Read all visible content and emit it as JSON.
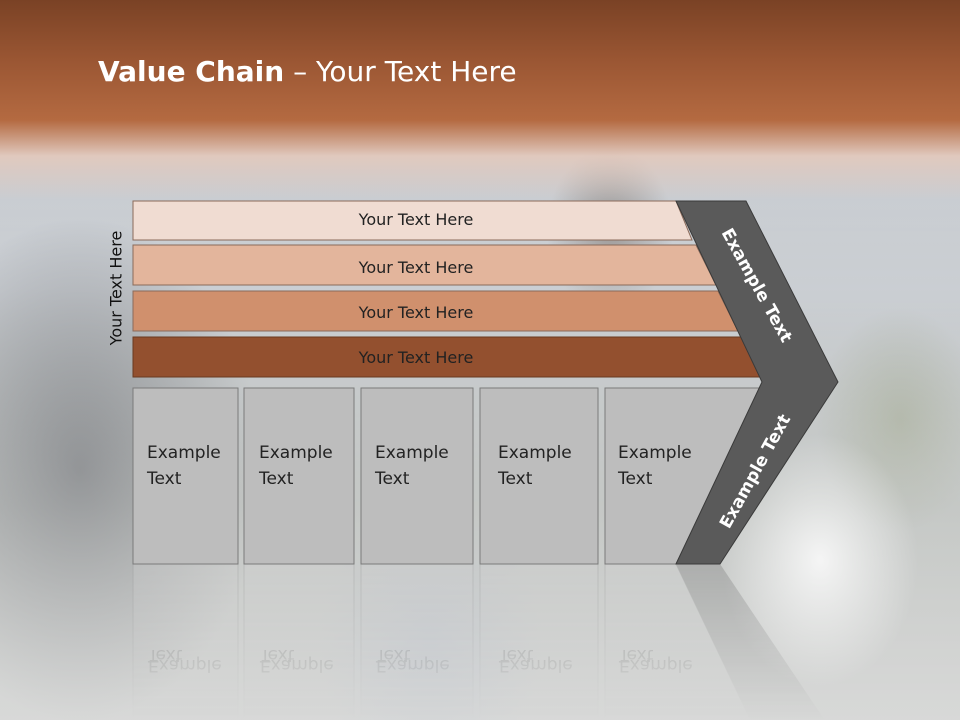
{
  "slide": {
    "title_bold": "Value Chain",
    "title_rest": " – Your Text Here",
    "side_label": "Your Text Here"
  },
  "bars": [
    {
      "label": "Your Text Here",
      "color": "#f0dcd2"
    },
    {
      "label": "Your Text Here",
      "color": "#e3b59c"
    },
    {
      "label": "Your Text Here",
      "color": "#d0906d"
    },
    {
      "label": "Your Text Here",
      "color": "#93502f"
    }
  ],
  "boxes": [
    {
      "line1": "Example",
      "line2": "Text"
    },
    {
      "line1": "Example",
      "line2": "Text"
    },
    {
      "line1": "Example",
      "line2": "Text"
    },
    {
      "line1": "Example",
      "line2": "Text"
    },
    {
      "line1": "Example",
      "line2": "Text"
    }
  ],
  "chevron": {
    "upper_label": "Example Text",
    "lower_label": "Example Text",
    "color": "#5a5a5a"
  },
  "colors": {
    "header": "#9a5633",
    "box_fill": "#bdbdbd"
  }
}
